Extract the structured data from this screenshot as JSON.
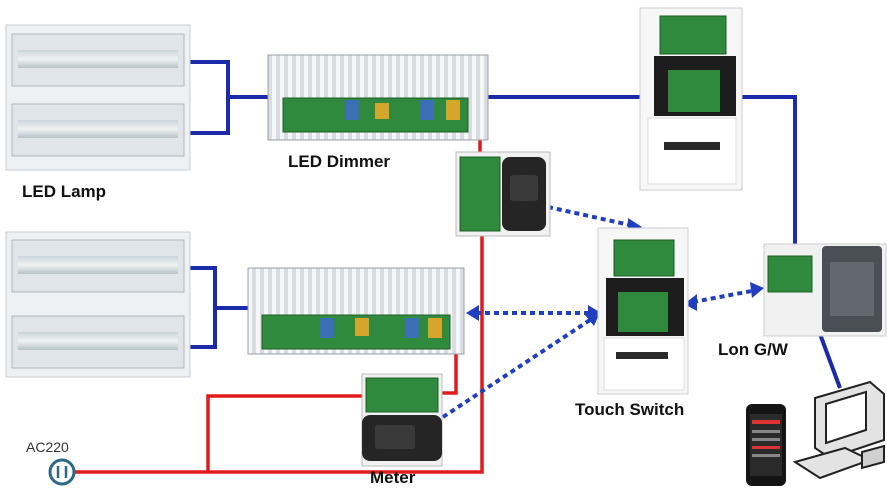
{
  "labels": {
    "led_lamp": "LED Lamp",
    "led_dimmer": "LED Dimmer",
    "meter": "Meter",
    "touch_switch": "Touch Switch",
    "lon_gw": "Lon G/W",
    "ac220": "AC220"
  },
  "colors": {
    "blue_link": "#1a2aa8",
    "red_power": "#e11b1b",
    "dotted_link": "#1f3fbf"
  },
  "icons": [
    "led-lamp-icon",
    "led-dimmer-board-icon",
    "meter-device-icon",
    "touch-switch-icon",
    "lon-gateway-icon",
    "smartphone-icon",
    "desktop-computer-icon",
    "power-outlet-icon"
  ]
}
